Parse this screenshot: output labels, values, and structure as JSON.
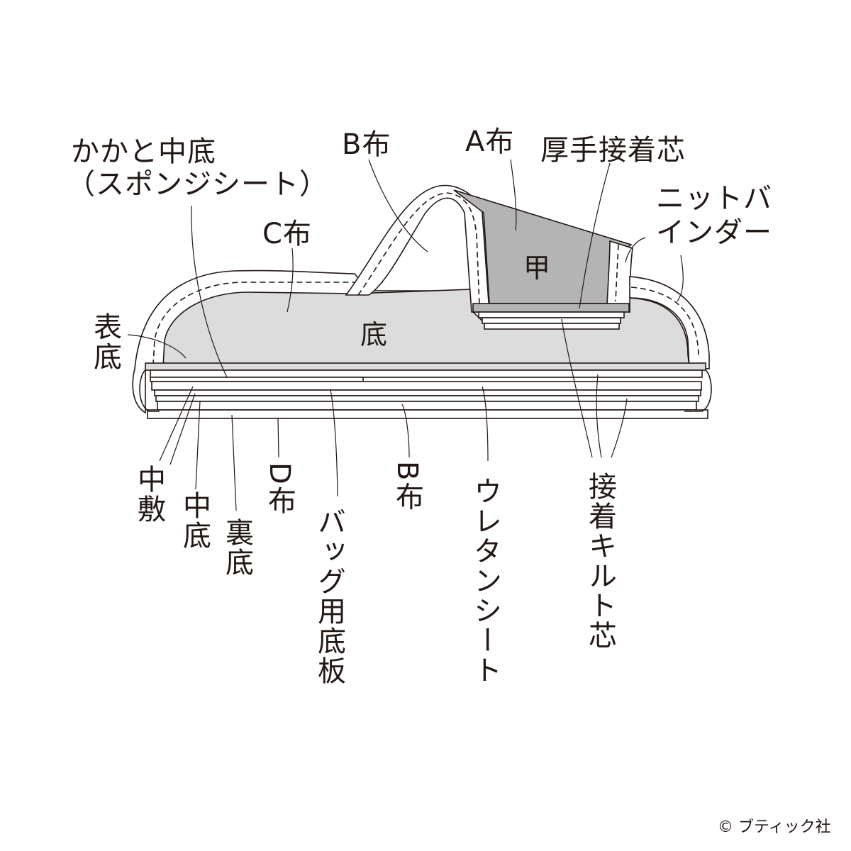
{
  "labels": {
    "heel_insole_1": "かかと中底",
    "heel_insole_2": "（スポンジシート）",
    "b_cloth_top": "B布",
    "a_cloth": "A布",
    "thick_interfacing": "厚手接着芯",
    "knit_binder_1": "ニットバ",
    "knit_binder_2": "インダー",
    "c_cloth": "C布",
    "outer_sole": "表底",
    "instep": "甲",
    "sole": "底",
    "insole_pad": "中敷",
    "mid_sole": "中底",
    "back_sole": "裏底",
    "d_cloth": "D布",
    "bag_board": "バッグ用底板",
    "b_cloth_bottom": "B布",
    "urethane_sheet": "ウレタンシート",
    "quilt_interfacing": "接着キルト芯"
  },
  "credit": "© ブティック社",
  "colors": {
    "sole_gray": "#dcdcdc",
    "instep_gray": "#b4b4b4",
    "line": "#231815"
  }
}
